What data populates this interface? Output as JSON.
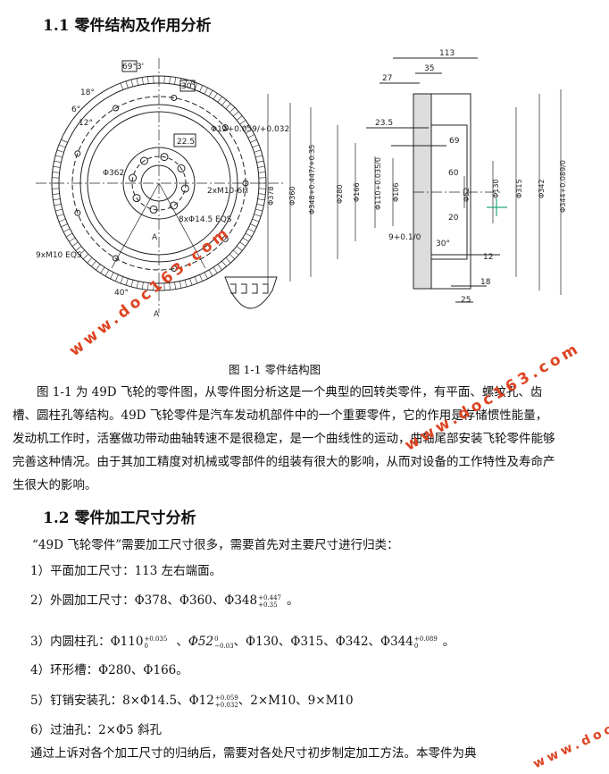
{
  "section1": {
    "heading": "1.1 零件结构及作用分析"
  },
  "figure": {
    "caption": "图 1-1 零件结构图",
    "front_labels": [
      "69°3'",
      "30°",
      "18°",
      "6°",
      "12°",
      "Φ12+0.059/+0.032",
      "22.5",
      "Φ362",
      "2xM10-6H",
      "8xΦ14.5 EQS",
      "9xM10 EQS",
      "40°",
      "A",
      "A"
    ],
    "side_labels": [
      "113",
      "35",
      "27",
      "23.5",
      "69",
      "60",
      "Φ378",
      "Φ360",
      "Φ348+0.447/+0.35",
      "Φ280",
      "Φ166",
      "Φ110+0.035/0",
      "Φ106",
      "Φ52",
      "Φ130",
      "Φ315",
      "Φ342",
      "Φ344+0.089/0",
      "9+0.1/0",
      "30°",
      "12",
      "18",
      "25",
      "20"
    ]
  },
  "paragraph1": "图 1-1 为 49D 飞轮的零件图，从零件图分析这是一个典型的回转类零件，有平面、螺纹孔、齿槽、圆柱孔等结构。49D 飞轮零件是汽车发动机部件中的一个重要零件，它的作用是存储惯性能量，发动机工作时，活塞做功带动曲轴转速不是很稳定，是一个曲线性的运动，曲轴尾部安装飞轮零件能够完善这种情况。由于其加工精度对机械或零部件的组装有很大的影响，从而对设备的工作特性及寿命产生很大的影响。",
  "section2": {
    "heading": "1.2 零件加工尺寸分析"
  },
  "intro": "“49D 飞轮零件”需要加工尺寸很多，需要首先对主要尺寸进行归类：",
  "items": {
    "i1": "1）平面加工尺寸：113 左右端面。",
    "i2a": "2）外圆加工尺寸：Φ378、Φ360、Φ348",
    "i2tol": [
      "+0.447",
      "+0.35"
    ],
    "i2b": "。",
    "i3a": "3）内圆柱孔：Φ110",
    "i3tol1": [
      "+0.035",
      "0"
    ],
    "i3b": "、",
    "i3c": "Φ52",
    "i3tol2": [
      "0",
      "−0.03"
    ],
    "i3d": "、Φ130、Φ315、Φ342、Φ344",
    "i3tol3": [
      "+0.089",
      "0"
    ],
    "i3e": "。",
    "i4": "4）环形槽：Φ280、Φ166。",
    "i5a": "5）钉销安装孔：8×Φ14.5、Φ12",
    "i5tol": [
      "+0.059",
      "+0.032"
    ],
    "i5b": "、2×M10、9×M10",
    "i6": "6）过油孔：2×Φ5 斜孔"
  },
  "last": "通过上诉对各个加工尺寸的归纳后，需要对各处尺寸初步制定加工方法。本零件为典",
  "watermark": "www.doc163.com"
}
